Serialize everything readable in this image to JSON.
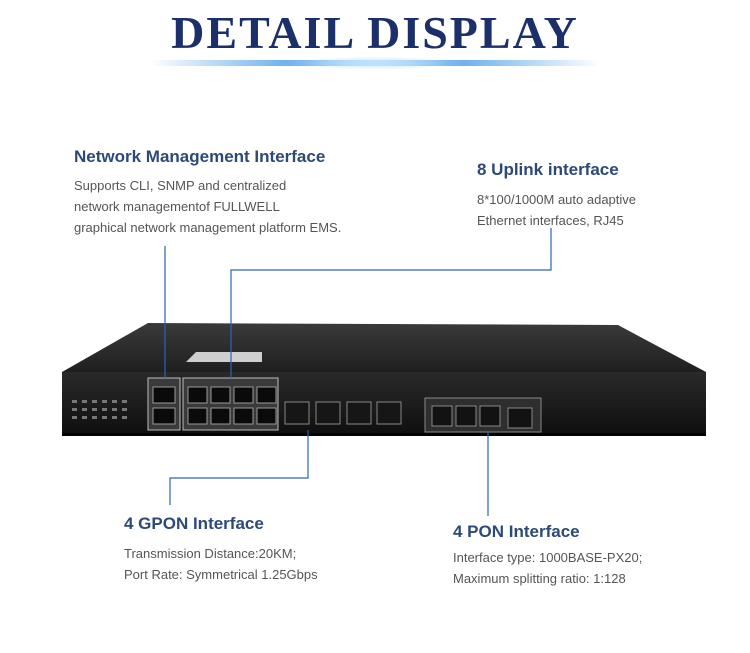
{
  "title": "DETAIL DISPLAY",
  "callouts": {
    "nmi": {
      "heading": "Network Management Interface",
      "lines": [
        "Supports CLI, SNMP and centralized",
        "network managementof FULLWELL",
        "graphical network management platform EMS."
      ]
    },
    "uplink": {
      "heading": "8 Uplink interface",
      "lines": [
        "8*100/1000M auto adaptive",
        "Ethernet interfaces, RJ45"
      ]
    },
    "gpon": {
      "heading": "4 GPON Interface",
      "lines": [
        "Transmission Distance:20KM;",
        "Port Rate: Symmetrical 1.25Gbps"
      ]
    },
    "pon": {
      "heading": "4 PON Interface",
      "lines": [
        "Interface type: 1000BASE-PX20;",
        "Maximum splitting ratio: 1:128"
      ]
    }
  },
  "colors": {
    "title": "#1b2f6b",
    "heading": "#2c4a78",
    "text": "#555555",
    "leader": "#2a66b0",
    "chassis": "#1a1a1a"
  }
}
